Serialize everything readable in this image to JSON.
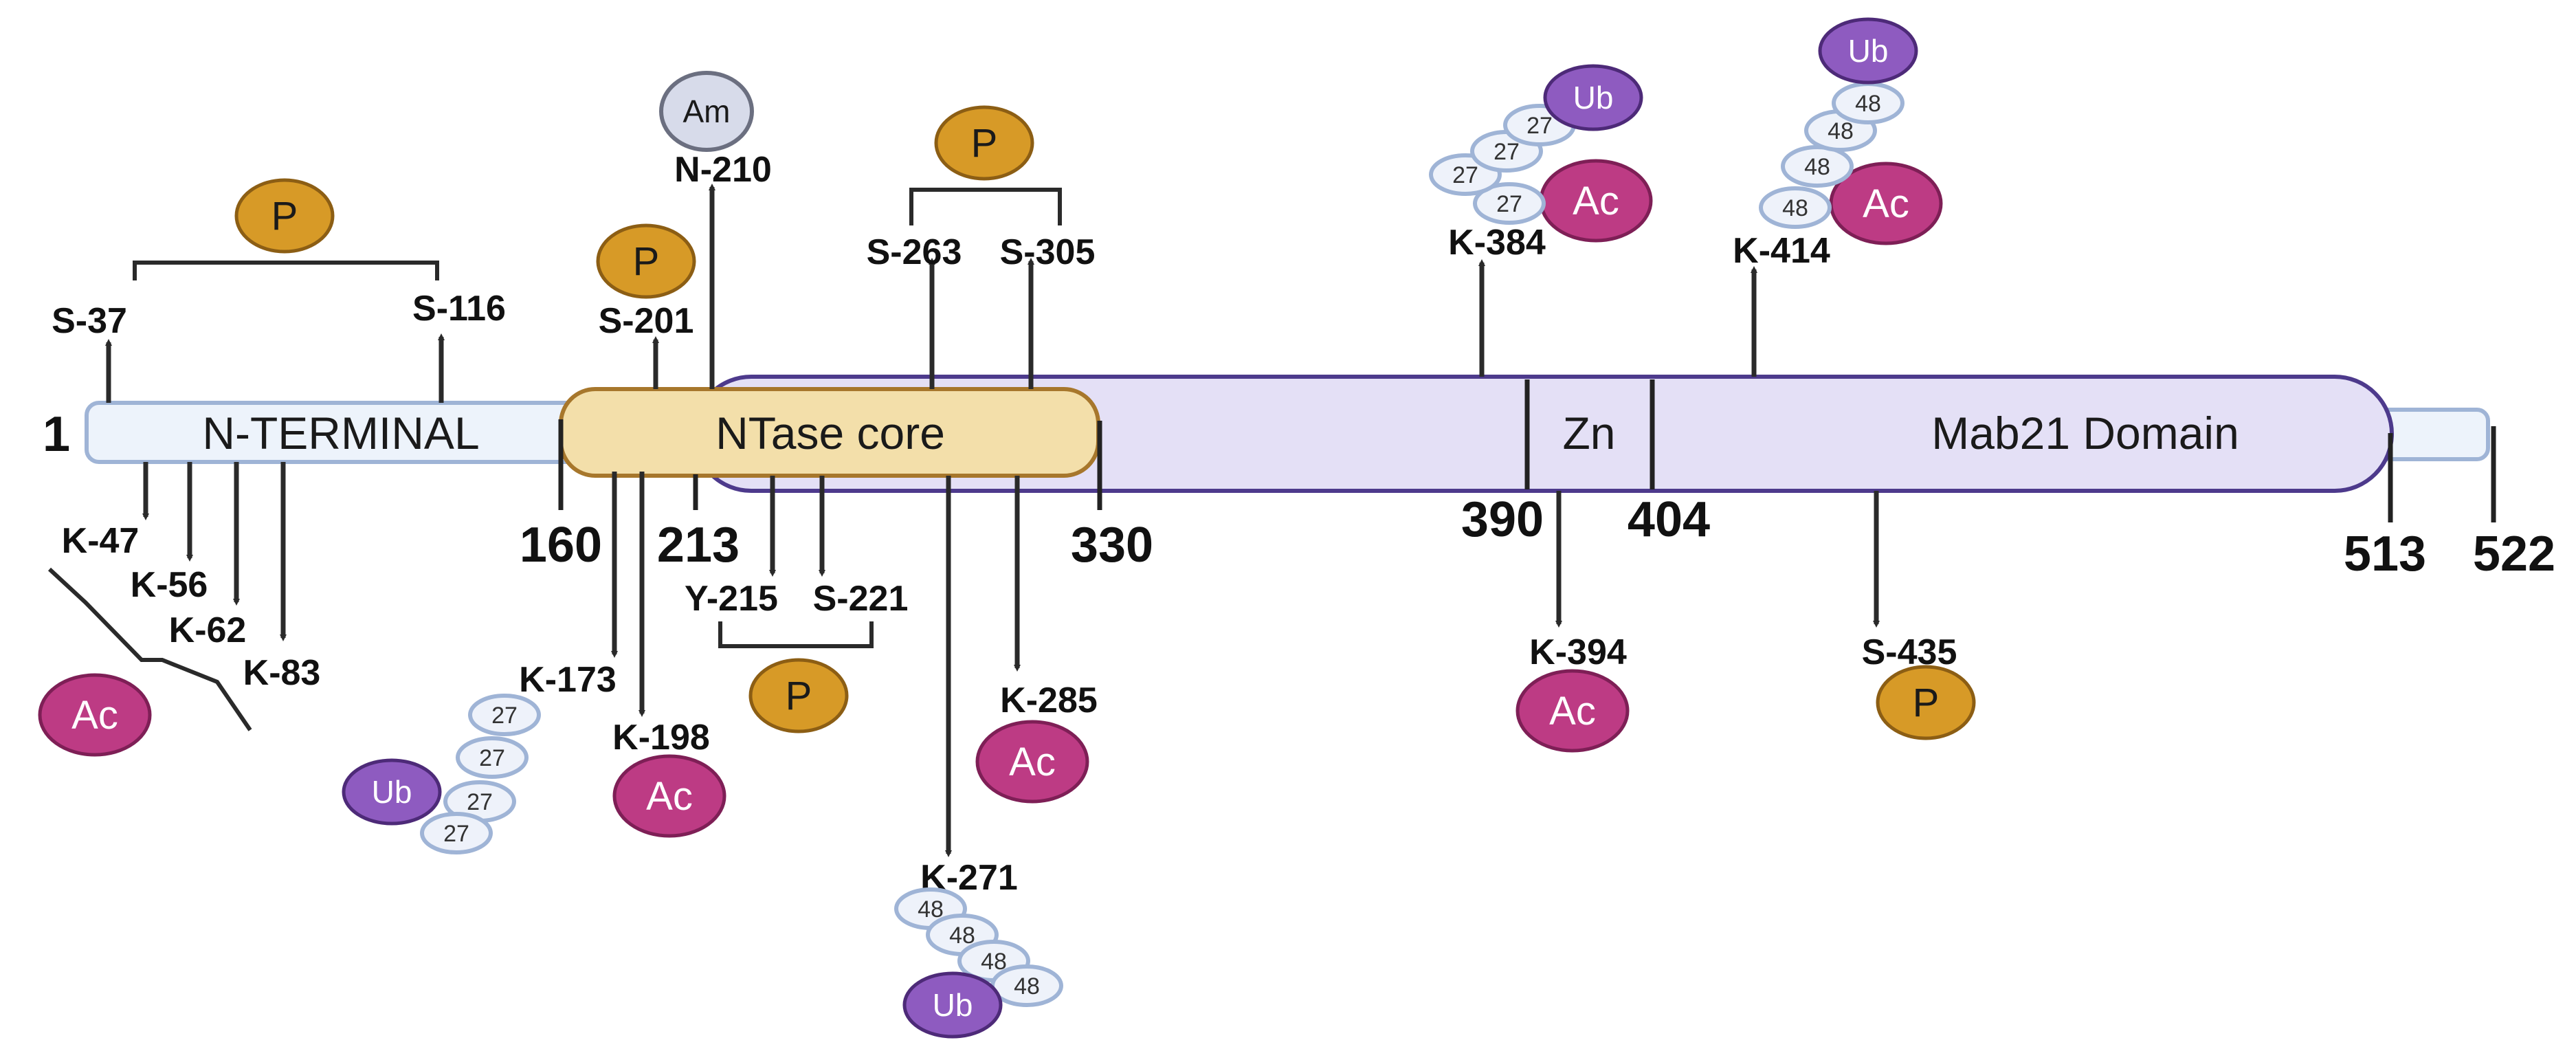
{
  "positions": {
    "p1": "1",
    "p160": "160",
    "p213": "213",
    "p330": "330",
    "p390": "390",
    "p404": "404",
    "p513": "513",
    "p522": "522"
  },
  "domains": {
    "nterm": "N-TERMINAL",
    "ntase": "NTase core",
    "zn": "Zn",
    "mab21": "Mab21 Domain"
  },
  "sites": {
    "s37": "S-37",
    "s116": "S-116",
    "s201": "S-201",
    "n210": "N-210",
    "s263": "S-263",
    "s305": "S-305",
    "k384": "K-384",
    "k414": "K-414",
    "k47": "K-47",
    "k56": "K-56",
    "k62": "K-62",
    "k83": "K-83",
    "k173": "K-173",
    "k198": "K-198",
    "y215": "Y-215",
    "s221": "S-221",
    "k271": "K-271",
    "k285": "K-285",
    "k394": "K-394",
    "s435": "S-435"
  },
  "mods": {
    "phospho": "P",
    "acetyl": "Ac",
    "ubiquitin": "Ub",
    "amidation": "Am",
    "k27": "27",
    "k48": "48"
  },
  "colors": {
    "phospho": "#d79a27",
    "acetyl": "#bd3b84",
    "ubiquitin": "#8e5bc0",
    "amidation": "#d7dbea",
    "chain_fill": "#eef2fa",
    "chain_stroke": "#9fb4d6",
    "nterm_fill": "#edf3fb",
    "ntase_fill": "#f3dfaa",
    "mab_fill": "#e4e0f6",
    "mab_stroke": "#4d3a8c"
  }
}
